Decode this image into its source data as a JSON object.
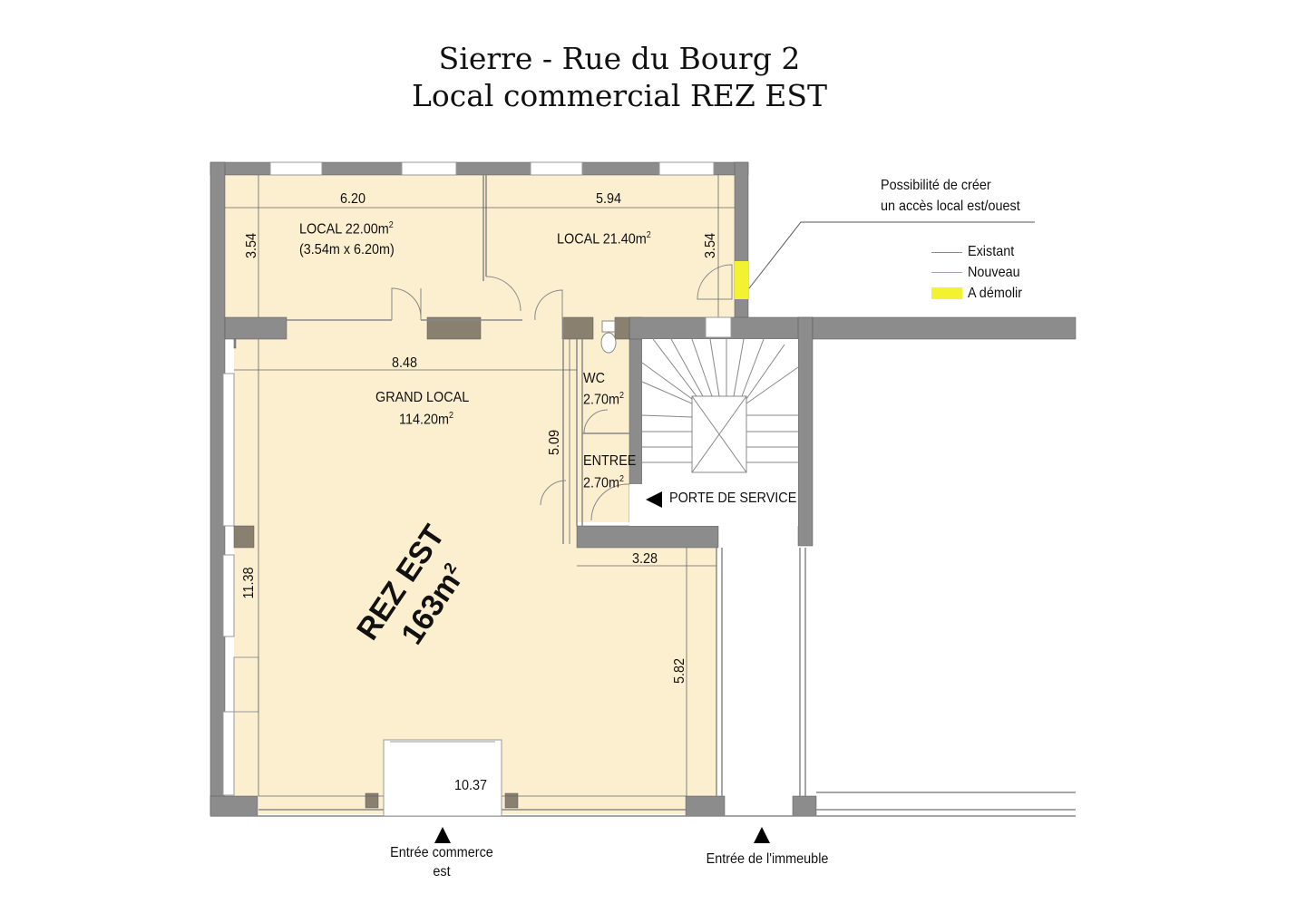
{
  "header": {
    "title_line1": "Sierre - Rue du Bourg 2",
    "title_line2": "Local commercial REZ EST"
  },
  "rooms": [
    {
      "id": "local-1",
      "name": "LOCAL 22.00m",
      "sup": "2",
      "detail": "(3.54m x 6.20m)"
    },
    {
      "id": "local-2",
      "name": "LOCAL 21.40m",
      "sup": "2"
    },
    {
      "id": "grand-local",
      "name": "GRAND  LOCAL",
      "area": "114.20m",
      "sup": "2"
    },
    {
      "id": "wc",
      "name": "WC",
      "area": "2.70m",
      "sup": "2"
    },
    {
      "id": "entree",
      "name": "ENTREE",
      "area": "2.70m",
      "sup": "2"
    }
  ],
  "total": {
    "name": "REZ EST",
    "area": "163m",
    "sup": "2"
  },
  "dimensions": {
    "local1_width": "6.20",
    "local2_width": "5.94",
    "local1_depth": "3.54",
    "local2_depth": "3.54",
    "grand_width": "8.48",
    "entree_height": "5.09",
    "annex_width": "3.28",
    "total_depth": "11.38",
    "annex_depth": "5.82",
    "total_width": "10.37"
  },
  "annotations": {
    "service_door": "PORTE DE SERVICE",
    "access_note_line1": "Possibilité de créer",
    "access_note_line2": "un accès local est/ouest",
    "entrance_shop_line1": "Entrée commerce",
    "entrance_shop_line2": "est",
    "entrance_building": "Entrée de l'immeuble"
  },
  "legend": {
    "items": [
      {
        "label": "Existant",
        "type": "line",
        "color": "#888888"
      },
      {
        "label": "Nouveau",
        "type": "line",
        "color": "#b0a0c0"
      },
      {
        "label": "A démolir",
        "type": "swatch",
        "color": "#f2f232"
      }
    ]
  },
  "colors": {
    "floor": "#fcefd0",
    "wall": "#8c8c8c",
    "pillar": "#8a8070",
    "demolish": "#f2f232"
  }
}
